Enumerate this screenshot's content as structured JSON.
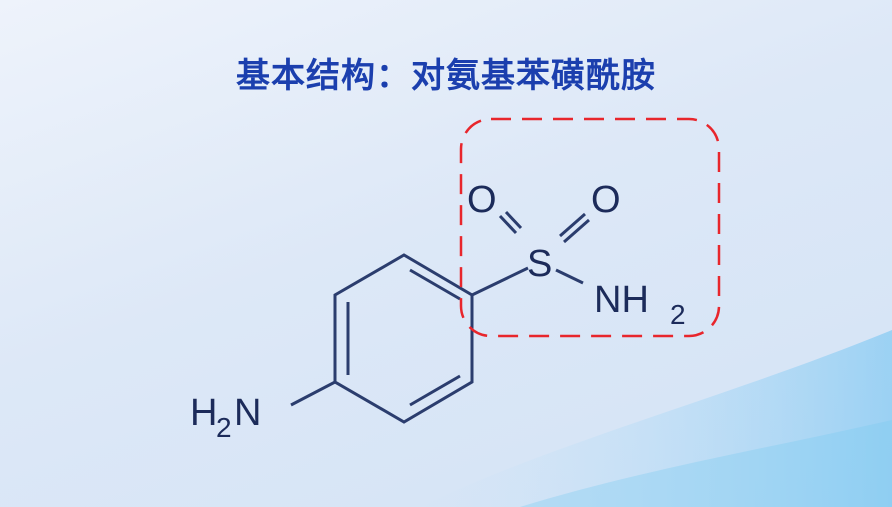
{
  "title": "基本结构：对氨基苯磺酰胺",
  "structure": {
    "atoms": {
      "s": "S",
      "o1": "O",
      "o2": "O",
      "nh2_right": "NH",
      "nh2_right_sub": "2",
      "h2n_left_h": "H",
      "h2n_left_sub": "2",
      "h2n_left_n": "N"
    }
  },
  "colors": {
    "title": "#1b3fae",
    "bond": "#2b3d6e",
    "highlight": "#e8262c"
  }
}
